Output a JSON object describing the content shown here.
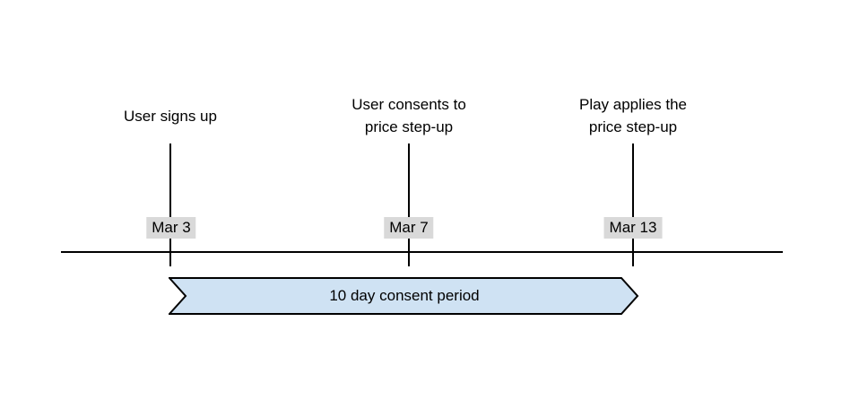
{
  "timeline": {
    "events": [
      {
        "label": "User signs up",
        "date": "Mar 3"
      },
      {
        "label": "User consents to\nprice step-up",
        "date": "Mar 7"
      },
      {
        "label": "Play applies the\nprice step-up",
        "date": "Mar 13"
      }
    ],
    "period": {
      "label": "10 day consent period"
    },
    "colors": {
      "background": "#ffffff",
      "text": "#000000",
      "line": "#000000",
      "date_label_bg": "#d9d9d9",
      "band_fill": "#cfe2f3",
      "band_border": "#000000"
    }
  }
}
